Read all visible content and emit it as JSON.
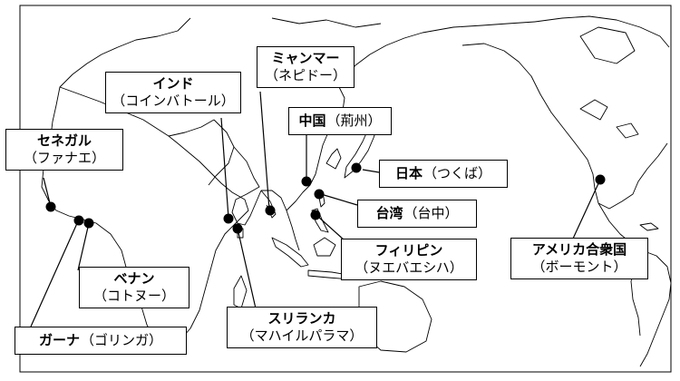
{
  "sites": [
    {
      "id": "senegal",
      "name": "セネガル",
      "city": "（ファナエ）"
    },
    {
      "id": "india",
      "name": "インド",
      "city": "（コインバトール）"
    },
    {
      "id": "myanmar",
      "name": "ミャンマー",
      "city": "（ネピドー）"
    },
    {
      "id": "china",
      "name": "中国",
      "city": "（荊州）"
    },
    {
      "id": "japan",
      "name": "日本",
      "city": "（つくば）"
    },
    {
      "id": "taiwan",
      "name": "台湾",
      "city": "（台中）"
    },
    {
      "id": "philippines",
      "name": "フィリピン",
      "city": "（ヌエバエシハ）"
    },
    {
      "id": "usa",
      "name": "アメリカ合衆国",
      "city": "（ボーモント）"
    },
    {
      "id": "benin",
      "name": "ベナン",
      "city": "（コトヌー）"
    },
    {
      "id": "srilanka",
      "name": "スリランカ",
      "city": "（マハイルパラマ）"
    },
    {
      "id": "ghana",
      "name": "ガーナ",
      "city": "（ゴリンガ）"
    }
  ],
  "colors": {
    "land_stroke": "#000000",
    "marker": "#000000",
    "background": "#ffffff"
  }
}
